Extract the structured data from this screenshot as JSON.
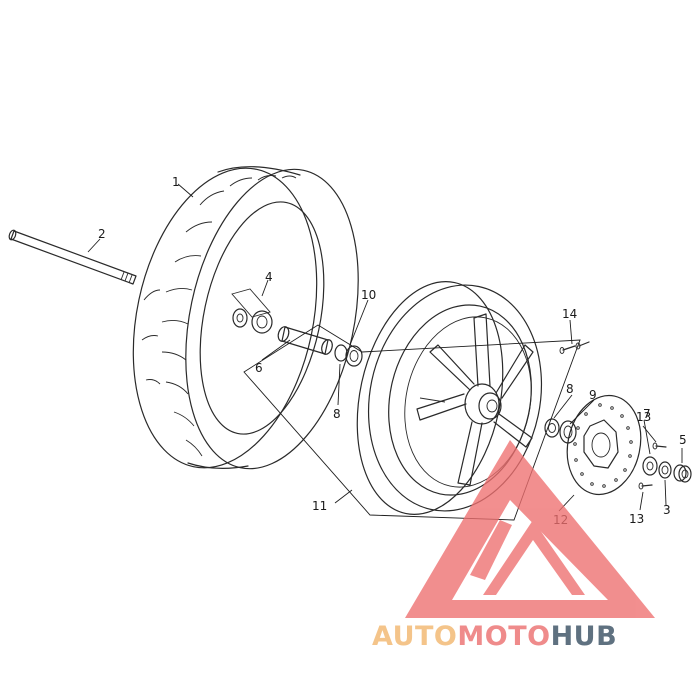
{
  "diagram": {
    "callouts": [
      "1",
      "2",
      "3",
      "4",
      "5",
      "6",
      "7",
      "8",
      "8",
      "9",
      "10",
      "11",
      "12",
      "13",
      "13",
      "14"
    ]
  },
  "watermark": {
    "brand_part1": "AUTO",
    "brand_part2": "MOTO",
    "brand_part3": "HUB",
    "colors": {
      "auto": "#f4c48a",
      "moto": "#ef8b8b",
      "hub": "#5f7180",
      "logo": "#ee6f6f"
    }
  }
}
